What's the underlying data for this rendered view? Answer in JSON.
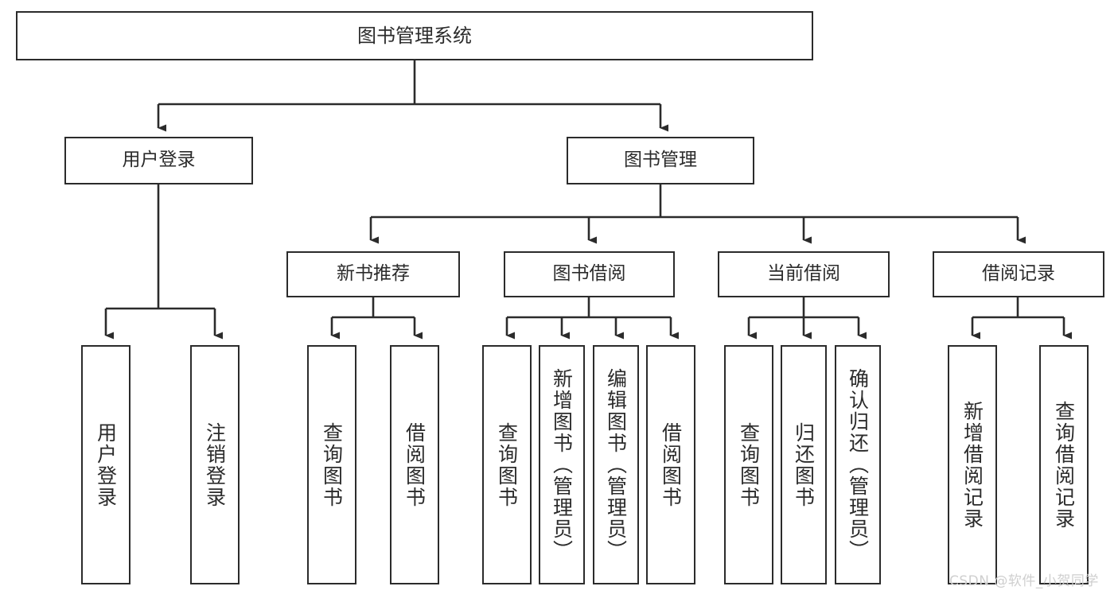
{
  "diagram": {
    "type": "tree",
    "title": "图书管理系统",
    "watermark": "CSDN @软件_小贺同学",
    "colors": {
      "stroke": "#2b2b2b",
      "fill": "#ffffff",
      "text": "#2b2b2b",
      "watermark": "#cfcfcf",
      "background": "#ffffff"
    },
    "nodes": {
      "root": {
        "label": "图书管理系统"
      },
      "level2": [
        {
          "id": "user-login",
          "label": "用户登录"
        },
        {
          "id": "book-manage",
          "label": "图书管理"
        }
      ],
      "level3": [
        {
          "id": "new-book-rec",
          "label": "新书推荐"
        },
        {
          "id": "book-borrow",
          "label": "图书借阅"
        },
        {
          "id": "current-borrow",
          "label": "当前借阅"
        },
        {
          "id": "borrow-record",
          "label": "借阅记录"
        }
      ],
      "leaves": {
        "user-login": [
          {
            "id": "leaf-user-login",
            "label": "用户登录"
          },
          {
            "id": "leaf-logout-login",
            "label": "注销登录"
          }
        ],
        "new-book-rec": [
          {
            "id": "leaf-query-book-1",
            "label": "查询图书"
          },
          {
            "id": "leaf-borrow-book-1",
            "label": "借阅图书"
          }
        ],
        "book-borrow": [
          {
            "id": "leaf-query-book-2",
            "label": "查询图书"
          },
          {
            "id": "leaf-add-book",
            "label": "新增图书（管理员）"
          },
          {
            "id": "leaf-edit-book",
            "label": "编辑图书（管理员）"
          },
          {
            "id": "leaf-borrow-book-2",
            "label": "借阅图书"
          }
        ],
        "current-borrow": [
          {
            "id": "leaf-query-book-3",
            "label": "查询图书"
          },
          {
            "id": "leaf-return-book",
            "label": "归还图书"
          },
          {
            "id": "leaf-confirm-return",
            "label": "确认归还（管理员）"
          }
        ],
        "borrow-record": [
          {
            "id": "leaf-add-record",
            "label": "新增借阅记录"
          },
          {
            "id": "leaf-query-record",
            "label": "查询借阅记录"
          }
        ]
      }
    },
    "edges": [
      {
        "from": "root",
        "to": "user-login"
      },
      {
        "from": "root",
        "to": "book-manage"
      },
      {
        "from": "book-manage",
        "to": "new-book-rec"
      },
      {
        "from": "book-manage",
        "to": "book-borrow"
      },
      {
        "from": "book-manage",
        "to": "current-borrow"
      },
      {
        "from": "book-manage",
        "to": "borrow-record"
      },
      {
        "from": "user-login",
        "to": "leaf-user-login"
      },
      {
        "from": "user-login",
        "to": "leaf-logout-login"
      },
      {
        "from": "new-book-rec",
        "to": "leaf-query-book-1"
      },
      {
        "from": "new-book-rec",
        "to": "leaf-borrow-book-1"
      },
      {
        "from": "book-borrow",
        "to": "leaf-query-book-2"
      },
      {
        "from": "book-borrow",
        "to": "leaf-add-book"
      },
      {
        "from": "book-borrow",
        "to": "leaf-edit-book"
      },
      {
        "from": "book-borrow",
        "to": "leaf-borrow-book-2"
      },
      {
        "from": "current-borrow",
        "to": "leaf-query-book-3"
      },
      {
        "from": "current-borrow",
        "to": "leaf-return-book"
      },
      {
        "from": "current-borrow",
        "to": "leaf-confirm-return"
      },
      {
        "from": "borrow-record",
        "to": "leaf-add-record"
      },
      {
        "from": "borrow-record",
        "to": "leaf-query-record"
      }
    ]
  }
}
